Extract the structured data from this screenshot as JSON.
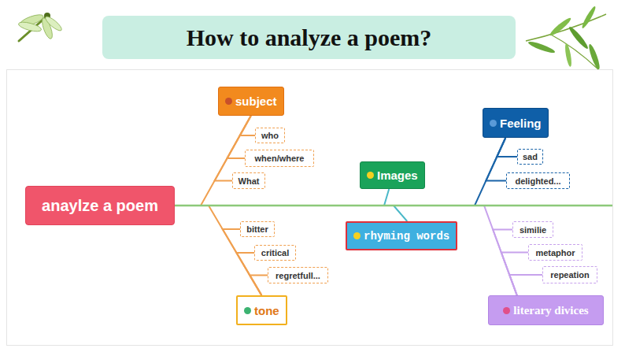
{
  "diagram": {
    "title": "How to analyze a poem?",
    "nodes": [
      {
        "text": [
          "anaylze a poem"
        ]
      },
      {
        "text": [
          "subject"
        ]
      },
      {
        "text": [
          "who"
        ]
      },
      {
        "text": [
          "when/where"
        ]
      },
      {
        "text": [
          "What"
        ]
      },
      {
        "text": [
          "bitter"
        ]
      },
      {
        "text": [
          "critical"
        ]
      },
      {
        "text": [
          "regretfull..."
        ]
      },
      {
        "text": [
          "tone"
        ]
      },
      {
        "text": [
          "Images"
        ]
      },
      {
        "text": [
          "rhyming words"
        ]
      },
      {
        "text": [
          "Feeling"
        ]
      },
      {
        "text": [
          "sad"
        ]
      },
      {
        "text": [
          "delighted..."
        ]
      },
      {
        "text": [
          "similie"
        ]
      },
      {
        "text": [
          "metaphor"
        ]
      },
      {
        "text": [
          "repeation"
        ]
      },
      {
        "text": [
          "literary divices"
        ]
      }
    ],
    "edges": [
      {
        "from": 0,
        "to": 1,
        "arrow": "none"
      },
      {
        "from": 1,
        "to": 2,
        "arrow": "none"
      },
      {
        "from": 1,
        "to": 3,
        "arrow": "none"
      },
      {
        "from": 1,
        "to": 4,
        "arrow": "none"
      },
      {
        "from": 0,
        "to": 8,
        "arrow": "none"
      },
      {
        "from": 8,
        "to": 5,
        "arrow": "none"
      },
      {
        "from": 8,
        "to": 6,
        "arrow": "none"
      },
      {
        "from": 8,
        "to": 7,
        "arrow": "none"
      },
      {
        "from": 0,
        "to": 9,
        "arrow": "none"
      },
      {
        "from": 0,
        "to": 10,
        "arrow": "none"
      },
      {
        "from": 0,
        "to": 11,
        "arrow": "none"
      },
      {
        "from": 11,
        "to": 12,
        "arrow": "none"
      },
      {
        "from": 11,
        "to": 13,
        "arrow": "none"
      },
      {
        "from": 0,
        "to": 17,
        "arrow": "none"
      },
      {
        "from": 17,
        "to": 14,
        "arrow": "none"
      },
      {
        "from": 17,
        "to": 15,
        "arrow": "none"
      },
      {
        "from": 17,
        "to": 16,
        "arrow": "none"
      }
    ]
  }
}
